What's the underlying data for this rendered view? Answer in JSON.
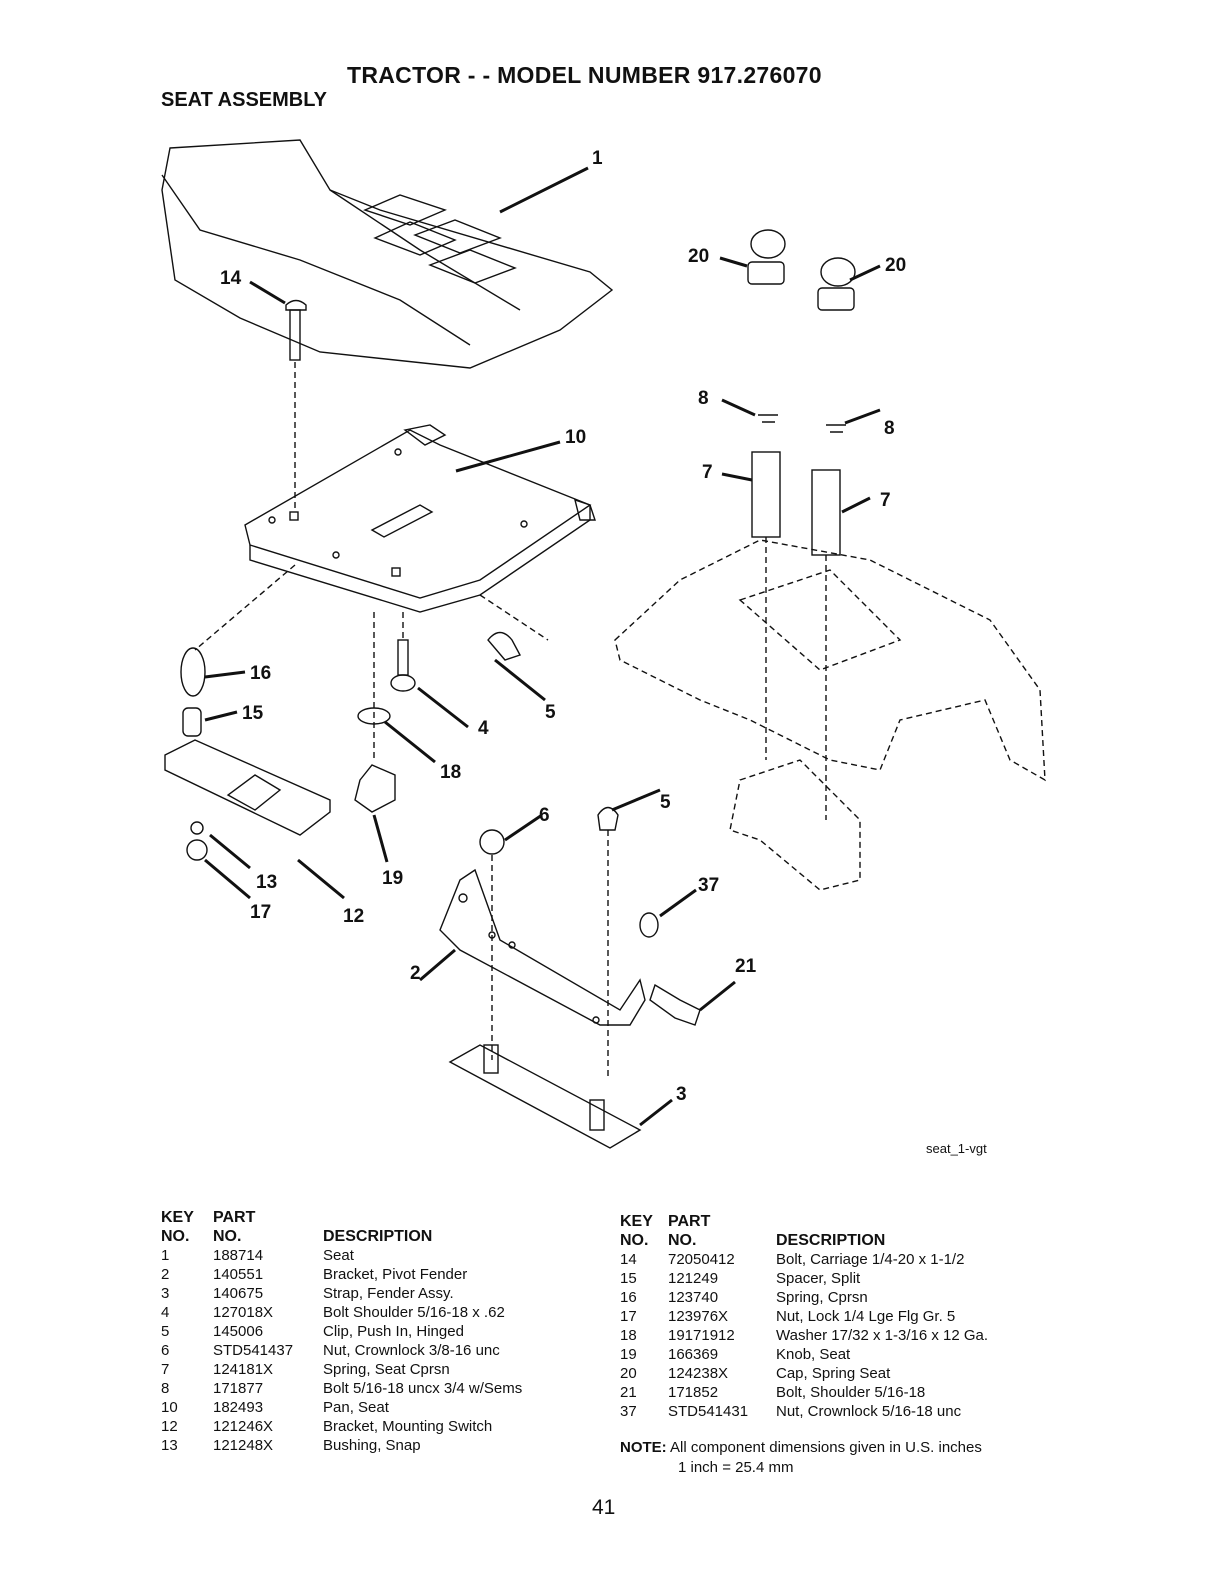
{
  "header": {
    "title": "TRACTOR - - MODEL NUMBER 917.276070",
    "subtitle": "SEAT ASSEMBLY"
  },
  "diagram": {
    "image_ref": "seat_1-vgt",
    "callouts": [
      "1",
      "14",
      "10",
      "20",
      "8",
      "20",
      "8",
      "7",
      "7",
      "16",
      "15",
      "4",
      "5",
      "18",
      "6",
      "5",
      "19",
      "13",
      "17",
      "12",
      "37",
      "2",
      "21",
      "3"
    ]
  },
  "parts_table": {
    "headers": {
      "key_top": "KEY",
      "key_bottom": "NO.",
      "part_top": "PART",
      "part_bottom": "NO.",
      "description": "DESCRIPTION"
    },
    "left": [
      {
        "key": "1",
        "part": "188714",
        "description": "Seat"
      },
      {
        "key": "2",
        "part": "140551",
        "description": "Bracket, Pivot Fender"
      },
      {
        "key": "3",
        "part": "140675",
        "description": "Strap, Fender Assy."
      },
      {
        "key": "4",
        "part": "127018X",
        "description": "Bolt Shoulder 5/16-18 x .62"
      },
      {
        "key": "5",
        "part": "145006",
        "description": "Clip, Push In, Hinged"
      },
      {
        "key": "6",
        "part": "STD541437",
        "description": "Nut, Crownlock 3/8-16 unc"
      },
      {
        "key": "7",
        "part": "124181X",
        "description": "Spring, Seat Cprsn"
      },
      {
        "key": "8",
        "part": "171877",
        "description": "Bolt 5/16-18 uncx 3/4 w/Sems"
      },
      {
        "key": "10",
        "part": "182493",
        "description": "Pan, Seat"
      },
      {
        "key": "12",
        "part": "121246X",
        "description": "Bracket, Mounting Switch"
      },
      {
        "key": "13",
        "part": "121248X",
        "description": "Bushing, Snap"
      }
    ],
    "right": [
      {
        "key": "14",
        "part": "72050412",
        "description": "Bolt, Carriage 1/4-20 x 1-1/2"
      },
      {
        "key": "15",
        "part": "121249",
        "description": "Spacer, Split"
      },
      {
        "key": "16",
        "part": "123740",
        "description": "Spring, Cprsn"
      },
      {
        "key": "17",
        "part": "123976X",
        "description": "Nut, Lock 1/4 Lge Flg Gr. 5"
      },
      {
        "key": "18",
        "part": "19171912",
        "description": "Washer 17/32 x 1-3/16 x 12 Ga."
      },
      {
        "key": "19",
        "part": "166369",
        "description": "Knob, Seat"
      },
      {
        "key": "20",
        "part": "124238X",
        "description": "Cap, Spring Seat"
      },
      {
        "key": "21",
        "part": "171852",
        "description": "Bolt, Shoulder 5/16-18"
      },
      {
        "key": "37",
        "part": "STD541431",
        "description": "Nut, Crownlock  5/16-18 unc"
      }
    ]
  },
  "note": {
    "label": "NOTE:",
    "line1": "All component dimensions given in U.S. inches",
    "line2": "1 inch = 25.4 mm"
  },
  "page_number": "41"
}
